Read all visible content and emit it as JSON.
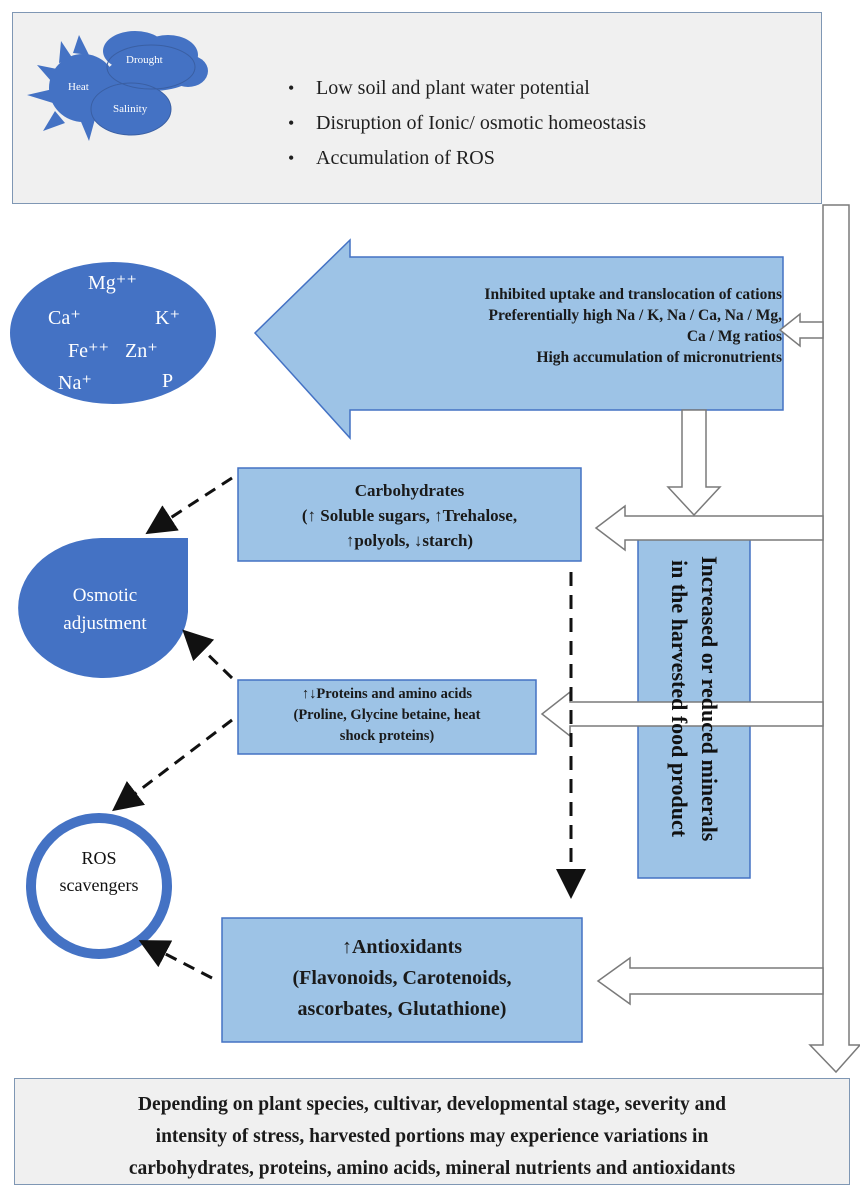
{
  "stress_icon": {
    "heat": "Heat",
    "drought": "Drought",
    "salinity": "Salinity"
  },
  "effects": [
    "Low soil and plant water potential",
    "Disruption of Ionic/ osmotic homeostasis",
    "Accumulation of ROS"
  ],
  "cation_arrow": [
    "Inhibited uptake and translocation of cations",
    "Preferentially high Na / K, Na / Ca, Na / Mg,",
    "Ca / Mg ratios",
    "High accumulation of micronutrients"
  ],
  "ions": {
    "mg": "Mg⁺⁺",
    "ca": "Ca⁺",
    "k": "K⁺",
    "fe": "Fe⁺⁺",
    "zn": "Zn⁺",
    "na": "Na⁺",
    "p": "P"
  },
  "carbohydrates": {
    "title": "Carbohydrates",
    "line2": "(↑ Soluble sugars, ↑Trehalose,",
    "line3": "↑polyols, ↓starch)"
  },
  "proteins": {
    "line1": "↑↓Proteins and amino acids",
    "line2": "(Proline, Glycine betaine, heat",
    "line3": "shock proteins)"
  },
  "antioxidants": {
    "line1": "↑Antioxidants",
    "line2": "(Flavonoids, Carotenoids,",
    "line3": "ascorbates, Glutathione)"
  },
  "minerals_box": {
    "line1": "Increased or reduced minerals",
    "line2": "in the harvested food product"
  },
  "osmotic": {
    "line1": "Osmotic",
    "line2": "adjustment"
  },
  "ros": {
    "line1": "ROS",
    "line2": "scavengers"
  },
  "conclusion": [
    "Depending on plant species, cultivar, developmental stage, severity and",
    "intensity of stress, harvested portions may experience variations in",
    "carbohydrates, proteins, amino acids, mineral nutrients and antioxidants"
  ],
  "colors": {
    "box_fill": "#9dc3e6",
    "dark_blue": "#4472c4",
    "panel_gray": "#f0f0f0",
    "outline": "#7f97b4",
    "arrow_outline": "#7a7a7a"
  }
}
